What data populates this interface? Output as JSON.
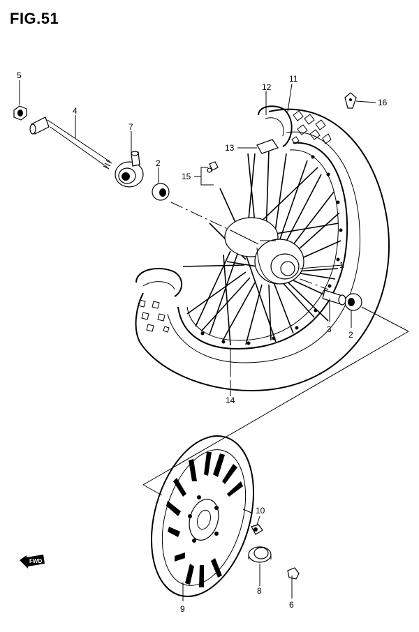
{
  "figure": {
    "title": "FIG.51"
  },
  "fwd_label": "FWD",
  "callouts": [
    {
      "id": "c1",
      "label": "1"
    },
    {
      "id": "c2a",
      "label": "2"
    },
    {
      "id": "c2b",
      "label": "2"
    },
    {
      "id": "c3",
      "label": "3"
    },
    {
      "id": "c4",
      "label": "4"
    },
    {
      "id": "c5",
      "label": "5"
    },
    {
      "id": "c6",
      "label": "6"
    },
    {
      "id": "c7",
      "label": "7"
    },
    {
      "id": "c8",
      "label": "8"
    },
    {
      "id": "c9",
      "label": "9"
    },
    {
      "id": "c10",
      "label": "10"
    },
    {
      "id": "c11",
      "label": "11"
    },
    {
      "id": "c12",
      "label": "12"
    },
    {
      "id": "c13",
      "label": "13"
    },
    {
      "id": "c14",
      "label": "14"
    },
    {
      "id": "c15",
      "label": "15"
    },
    {
      "id": "c16",
      "label": "16"
    }
  ]
}
